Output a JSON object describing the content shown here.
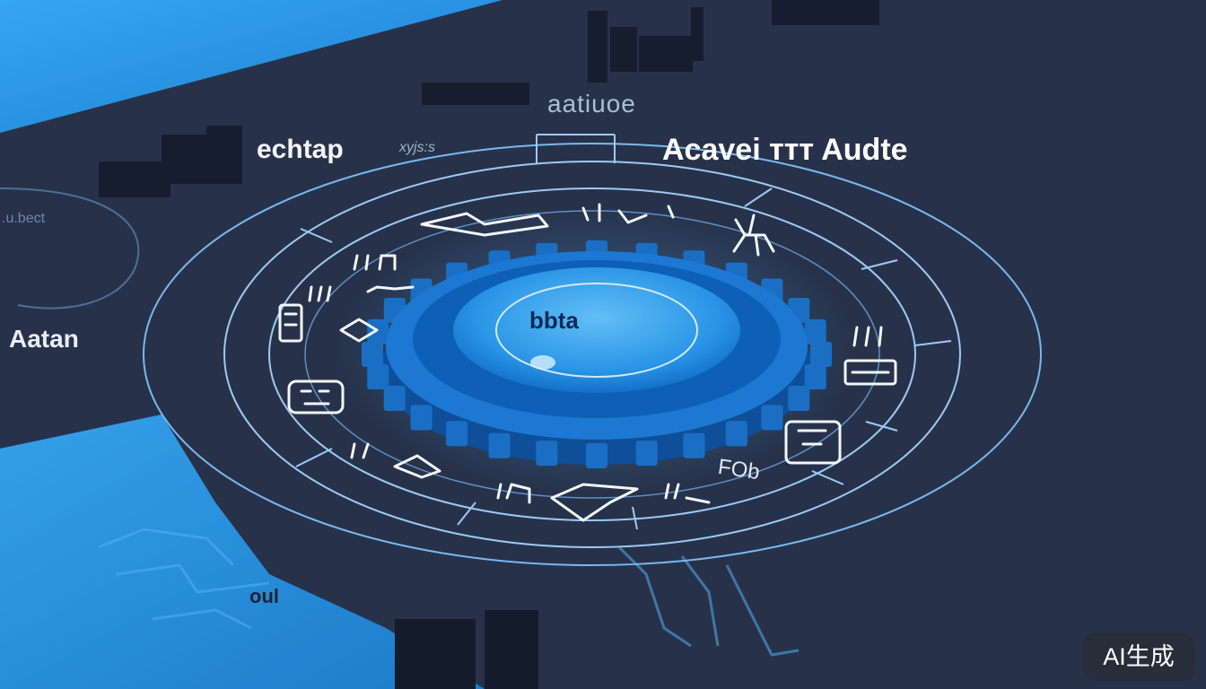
{
  "labels": {
    "top": "aatiuoe",
    "left": "echtap",
    "left_small": "xyjs:s",
    "right": "Acavei ᴛᴛᴛ Audte",
    "edge": ".u.bect",
    "side": "Aatan",
    "center": "bbta",
    "fob": "FOb",
    "ou": "oul"
  },
  "badge": {
    "text": "AI生成"
  },
  "colors": {
    "background": "#27324a",
    "accent": "#1e8fe0",
    "gear": "#1a6fc4",
    "lines": "#8fc6ff"
  }
}
